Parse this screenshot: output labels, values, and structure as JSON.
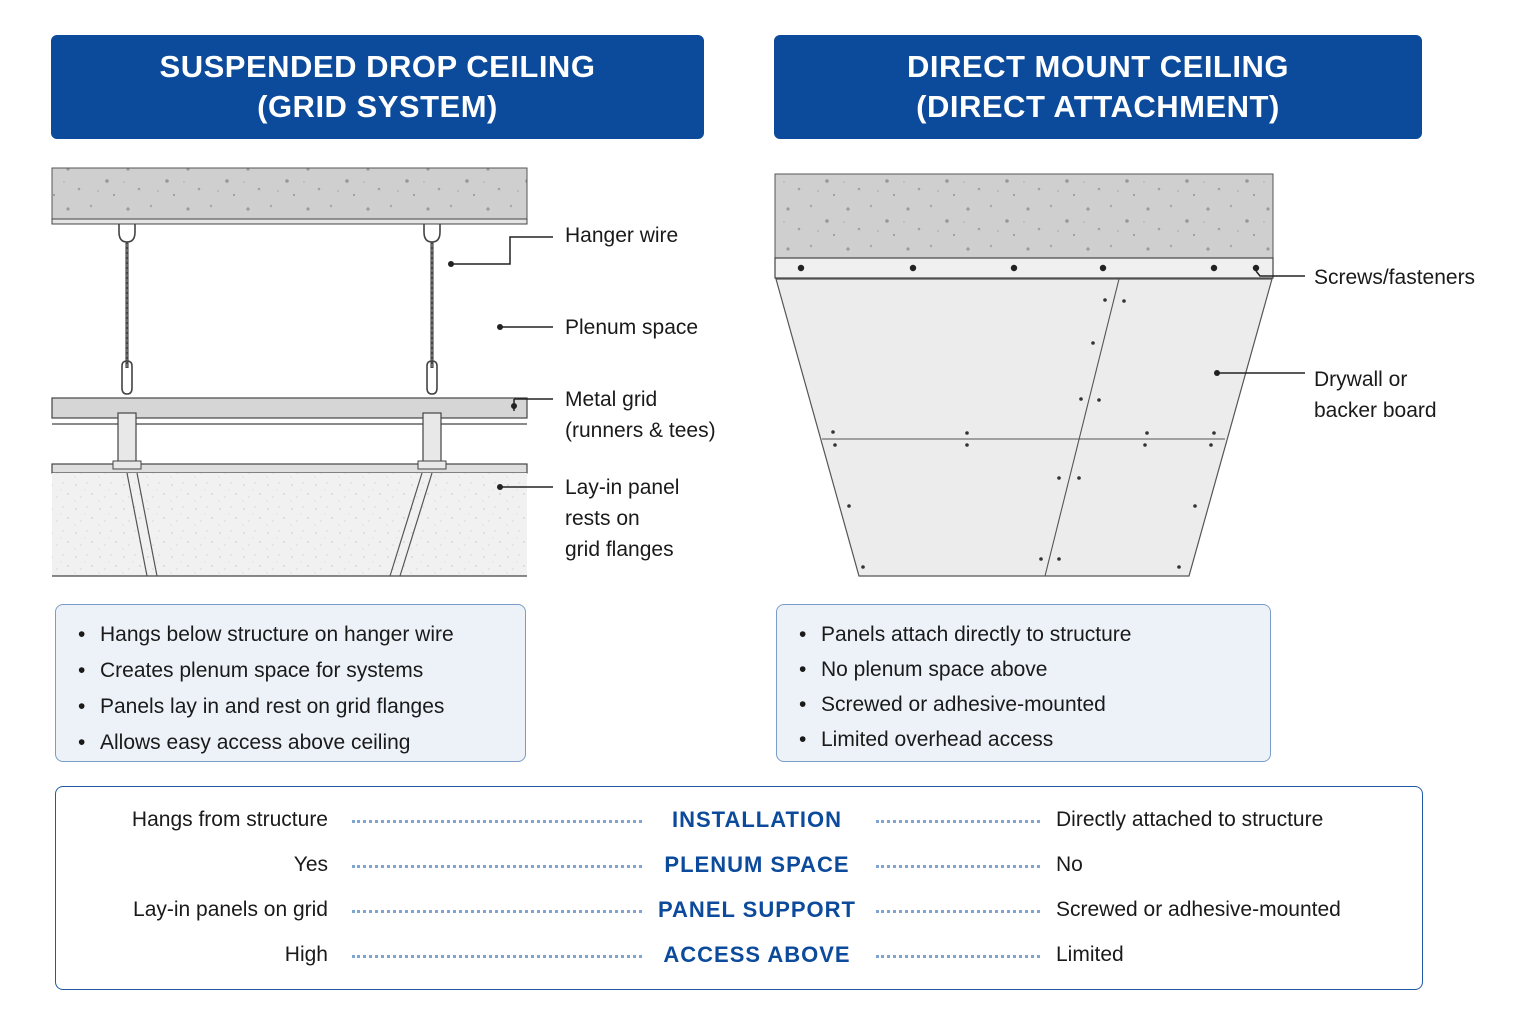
{
  "headers": {
    "left": {
      "line1": "SUSPENDED DROP CEILING",
      "line2": "(GRID SYSTEM)"
    },
    "right": {
      "line1": "DIRECT MOUNT CEILING",
      "line2": "(DIRECT ATTACHMENT)"
    }
  },
  "left_labels": {
    "hanger_wire": "Hanger wire",
    "plenum_space": "Plenum space",
    "metal_grid_1": "Metal grid",
    "metal_grid_2": "(runners & tees)",
    "lay_in_1": "Lay-in panel",
    "lay_in_2": "rests on",
    "lay_in_3": "grid flanges"
  },
  "right_labels": {
    "screws": "Screws/fasteners",
    "drywall_1": "Drywall or",
    "drywall_2": "backer board"
  },
  "left_bullets": [
    "Hangs below structure on hanger wire",
    "Creates plenum space for systems",
    "Panels lay in and rest on grid flanges",
    "Allows easy access above ceiling"
  ],
  "right_bullets": [
    "Panels attach directly to structure",
    "No plenum space above",
    "Screwed or adhesive-mounted",
    "Limited overhead access"
  ],
  "comparison": [
    {
      "category": "INSTALLATION",
      "left": "Hangs from structure",
      "right": "Directly attached to structure"
    },
    {
      "category": "PLENUM SPACE",
      "left": "Yes",
      "right": "No"
    },
    {
      "category": "PANEL SUPPORT",
      "left": "Lay-in panels on grid",
      "right": "Screwed or adhesive-mounted"
    },
    {
      "category": "ACCESS ABOVE",
      "left": "High",
      "right": "Limited"
    }
  ],
  "colors": {
    "header_blue": "#0c4a9c",
    "box_fill": "#edf2f8",
    "box_border": "#7a9cc6",
    "dot_leader": "#7ea4d2"
  }
}
